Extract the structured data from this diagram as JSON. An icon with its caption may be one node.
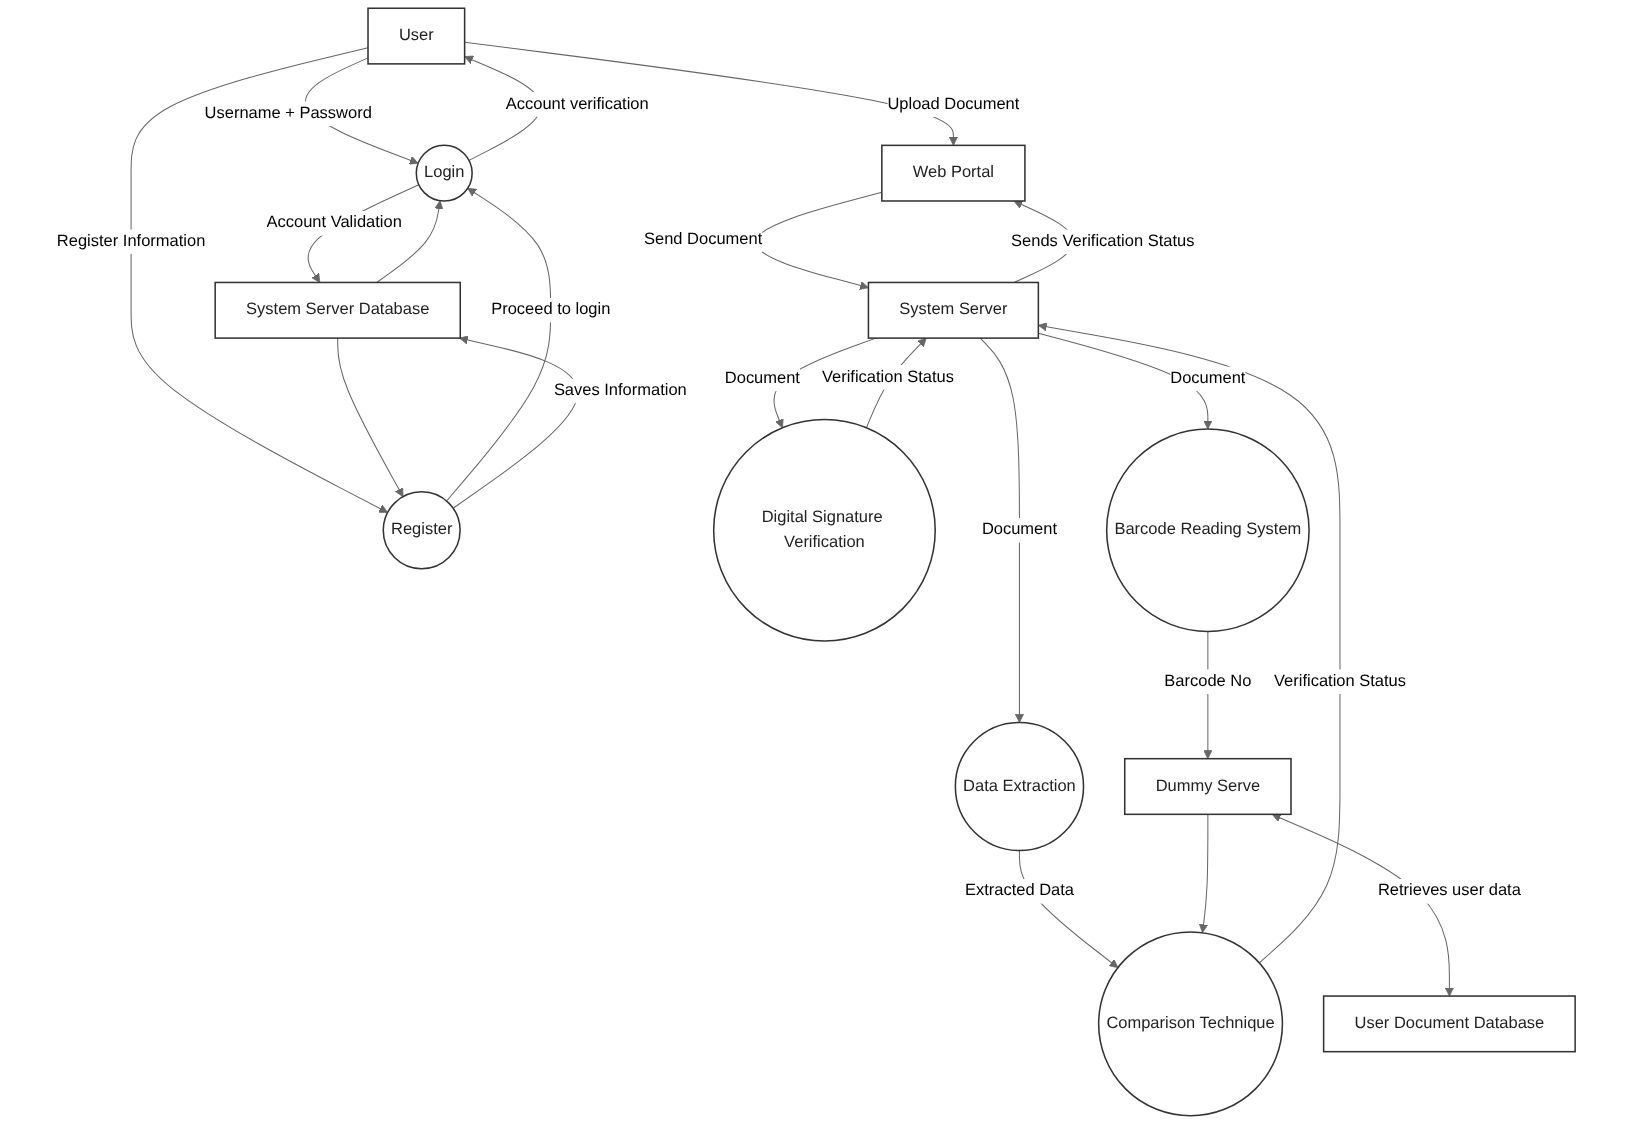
{
  "diagram": {
    "nodes": [
      {
        "text": [
          "User"
        ]
      },
      {
        "text": [
          "Web Portal"
        ]
      },
      {
        "text": [
          "Login"
        ]
      },
      {
        "text": [
          "Register"
        ]
      },
      {
        "text": [
          "System Server"
        ]
      },
      {
        "text": [
          "Digital Signature Verification"
        ]
      },
      {
        "text": [
          "Data Extraction"
        ]
      },
      {
        "text": [
          "Comparison Technique"
        ]
      },
      {
        "text": [
          "Barcode Reading System"
        ]
      },
      {
        "text": [
          "System Server Database"
        ]
      },
      {
        "text": [
          "Dummy Serve"
        ]
      },
      {
        "text": [
          "User Document Database"
        ]
      }
    ],
    "edges": [
      {
        "from": 0,
        "to": 1,
        "arrow": "to",
        "label": "Upload Document"
      },
      {
        "from": 0,
        "to": 2,
        "arrow": "to",
        "label": "Username + Password"
      },
      {
        "from": 2,
        "to": 0,
        "arrow": "to",
        "label": "Account verification"
      },
      {
        "from": 0,
        "to": 3,
        "arrow": "to",
        "label": "Register Information"
      },
      {
        "from": 3,
        "to": 2,
        "arrow": "to",
        "label": "Proceed to login"
      },
      {
        "from": 1,
        "to": 4,
        "arrow": "to",
        "label": "Send Document"
      },
      {
        "from": 4,
        "to": 1,
        "arrow": "to",
        "label": "Sends Verification Status"
      },
      {
        "from": 4,
        "to": 5,
        "arrow": "to",
        "label": "Document"
      },
      {
        "from": 5,
        "to": 4,
        "arrow": "to",
        "label": "Verification Status"
      },
      {
        "from": 4,
        "to": 6,
        "arrow": "to",
        "label": "Document"
      },
      {
        "from": 7,
        "to": 4,
        "arrow": "to",
        "label": "Verification Status"
      },
      {
        "from": 4,
        "to": 8,
        "arrow": "to",
        "label": "Document"
      },
      {
        "from": 6,
        "to": 7,
        "arrow": "to",
        "label": "Extracted Data"
      },
      {
        "from": 8,
        "to": 10,
        "arrow": "to",
        "label": "Barcode No"
      },
      {
        "from": 10,
        "to": 7,
        "arrow": "to"
      },
      {
        "from": 10,
        "to": 11,
        "arrow": "both",
        "label": "Retrieves user data"
      },
      {
        "from": 2,
        "to": 9,
        "arrow": "to",
        "label": "Account Validation"
      },
      {
        "from": 9,
        "to": 2,
        "arrow": "to"
      },
      {
        "from": 3,
        "to": 9,
        "arrow": "to",
        "label": "Saves Information"
      },
      {
        "from": 9,
        "to": 3,
        "arrow": "to"
      }
    ]
  }
}
